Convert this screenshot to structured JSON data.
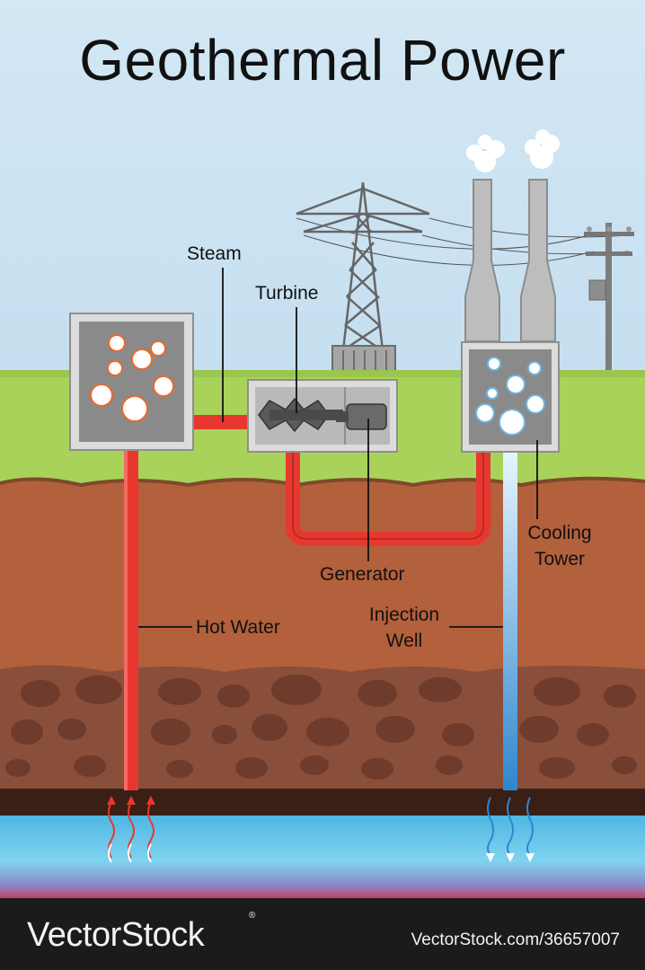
{
  "title": "Geothermal Power",
  "labels": {
    "steam": "Steam",
    "turbine": "Turbine",
    "generator": "Generator",
    "hot_water": "Hot Water",
    "injection_well_1": "Injection",
    "injection_well_2": "Well",
    "cooling_tower_1": "Cooling",
    "cooling_tower_2": "Tower"
  },
  "footer": {
    "brand": "VectorStock",
    "brand_mark": "®",
    "credit": "VectorStock.com/36657007"
  },
  "colors": {
    "sky": "#cfe4f2",
    "grass": "#a9d25a",
    "soil": "#b3603c",
    "rock_layer": "#8a4f3a",
    "hot_pipe": "#e8372f",
    "cold_pipe": "#5cb4e6",
    "groundwater": "#6fc9ea",
    "footer": "#1b1b1b"
  }
}
